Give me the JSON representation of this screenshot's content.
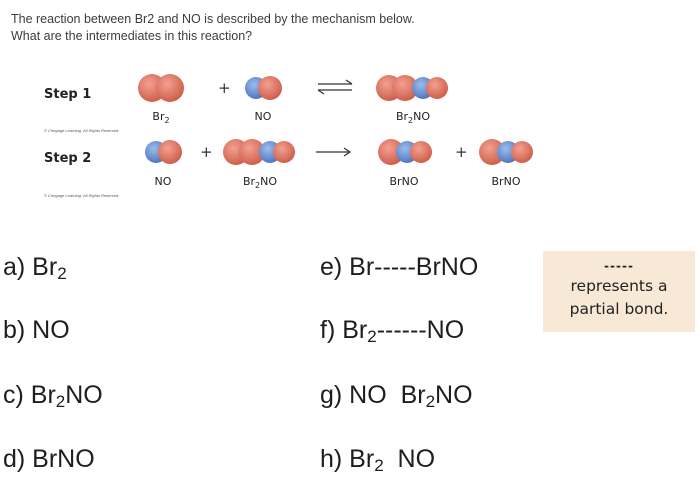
{
  "question": {
    "line1": "The reaction between Br2 and NO is described by the mechanism below.",
    "line2": "What are the intermediates in this reaction?"
  },
  "mechanism": {
    "step1": {
      "label": "Step 1",
      "copyright": "© Cengage Learning. All Rights Reserved.",
      "molecules": [
        {
          "formula": "Br",
          "sub": "2",
          "tail": ""
        },
        {
          "formula": "NO",
          "sub": "",
          "tail": ""
        },
        {
          "formula": "Br",
          "sub": "2",
          "tail": "NO"
        }
      ],
      "plus": "+",
      "arrow": "equilibrium"
    },
    "step2": {
      "label": "Step 2",
      "copyright": "© Cengage Learning. All Rights Reserved.",
      "molecules": [
        {
          "formula": "NO",
          "sub": "",
          "tail": ""
        },
        {
          "formula": "Br",
          "sub": "2",
          "tail": "NO"
        },
        {
          "formula": "BrNO",
          "sub": "",
          "tail": ""
        },
        {
          "formula": "BrNO",
          "sub": "",
          "tail": ""
        }
      ],
      "plus": "+",
      "arrow": "forward"
    },
    "colors": {
      "bromine": "#e07863",
      "nitrogen": "#6b93d6",
      "oxygen": "#e07863"
    }
  },
  "choices": {
    "a": {
      "prefix": "a) Br",
      "sub": "2",
      "suffix": ""
    },
    "b": {
      "text": "b) NO"
    },
    "c": {
      "prefix": "c) Br",
      "sub": "2",
      "suffix": "NO"
    },
    "d": {
      "text": "d) BrNO"
    },
    "e": {
      "text": "e) Br-----BrNO"
    },
    "f": {
      "prefix": "f) Br",
      "sub": "2",
      "suffix": "------NO"
    },
    "g": {
      "prefix": "g) NO  Br",
      "sub": "2",
      "suffix": "NO"
    },
    "h": {
      "prefix": "h) Br",
      "sub": "2",
      "suffix": "  NO"
    }
  },
  "note": {
    "dashes": "-----",
    "line1": "represents a",
    "line2": "partial bond."
  }
}
